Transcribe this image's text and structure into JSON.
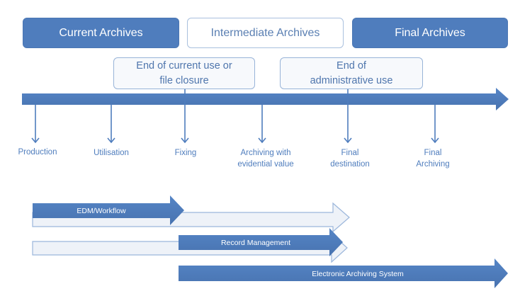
{
  "phases": {
    "current": "Current Archives",
    "intermediate": "Intermediate Archives",
    "final": "Final Archives"
  },
  "callouts": {
    "end_current_use": [
      "End of current use or",
      "file closure"
    ],
    "end_administrative_use": [
      "End of",
      "administrative use"
    ]
  },
  "steps": [
    [
      "Production"
    ],
    [
      "Utilisation"
    ],
    [
      "Fixing"
    ],
    [
      "Archiving with",
      "evidential value"
    ],
    [
      "Final",
      "destination"
    ],
    [
      "Final",
      "Archiving"
    ]
  ],
  "systems": {
    "edm": "EDM/Workflow",
    "record_management": "Record Management",
    "electronic_archiving": "Electronic Archiving System"
  },
  "colors": {
    "dark_blue": "#4f7dbd",
    "light_fill": "#eef2f8",
    "light_stroke": "#9bb6db"
  }
}
